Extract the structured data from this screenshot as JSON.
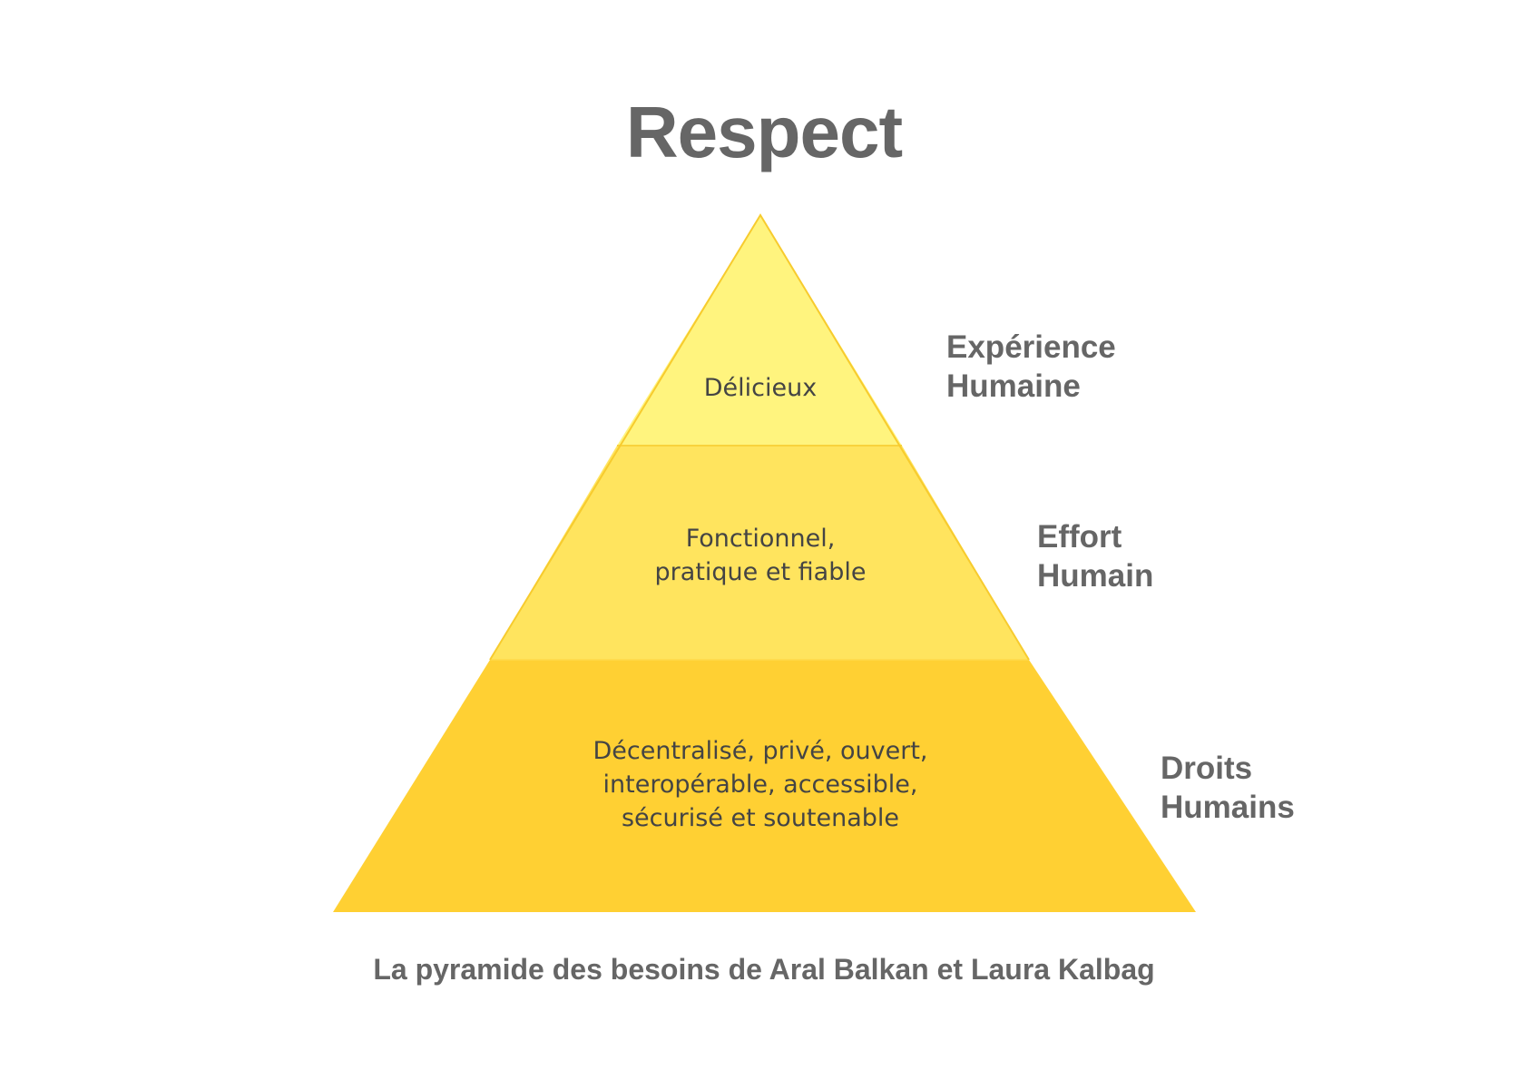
{
  "title": "Respect",
  "colors": {
    "tier_top": "#FFF47E",
    "tier_middle": "#FFE45E",
    "tier_bottom": "#FFD033",
    "outline": "#F7CB2E",
    "tier_text": "#444444",
    "label_text": "#666666"
  },
  "pyramid": {
    "tiers": [
      {
        "lines": [
          "Délicieux"
        ],
        "side_label": [
          "Expérience",
          "Humaine"
        ]
      },
      {
        "lines": [
          "Fonctionnel,",
          "pratique et fiable"
        ],
        "side_label": [
          "Effort",
          "Humain"
        ]
      },
      {
        "lines": [
          "Décentralisé, privé, ouvert,",
          "interopérable, accessible,",
          "sécurisé et soutenable"
        ],
        "side_label": [
          "Droits",
          "Humains"
        ]
      }
    ]
  },
  "caption": "La pyramide des besoins de Aral Balkan et Laura Kalbag"
}
